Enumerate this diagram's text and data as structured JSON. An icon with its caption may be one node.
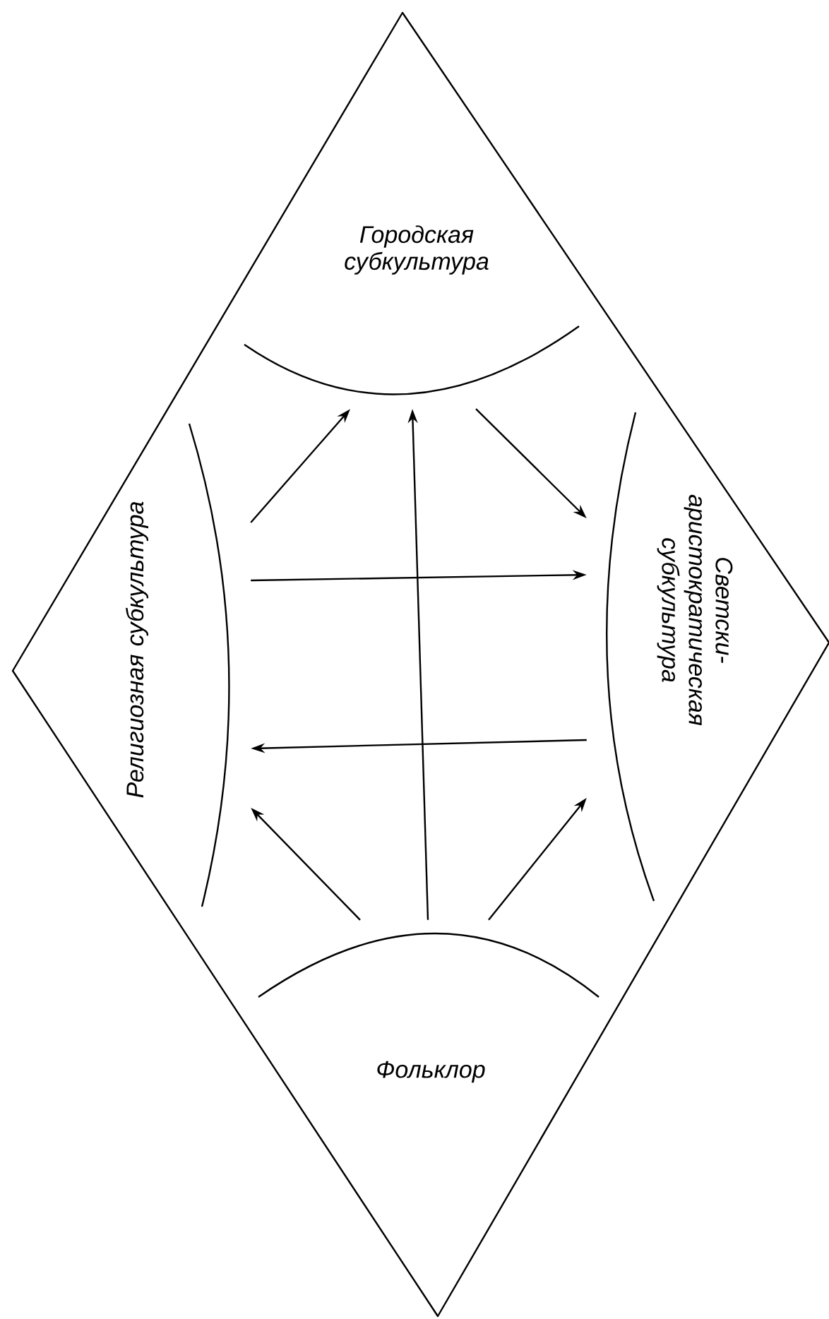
{
  "diagram": {
    "nodes": [
      {
        "text": [],
        "shape": "diamond"
      },
      {
        "text": [
          "Городская субкультура"
        ],
        "in": 0
      },
      {
        "text": [
          "Религиозная субкультура"
        ],
        "in": 0
      },
      {
        "text": [
          "Светски-аристократическая субкультура"
        ],
        "in": 0
      },
      {
        "text": [
          "Фольклор"
        ],
        "in": 0
      }
    ],
    "edges": [
      {
        "from": 2,
        "to": 1,
        "arrow": "to"
      },
      {
        "from": 1,
        "to": 3,
        "arrow": "to"
      },
      {
        "from": 2,
        "to": 3,
        "arrow": "to"
      },
      {
        "from": 3,
        "to": 2,
        "arrow": "to"
      },
      {
        "from": 4,
        "to": 2,
        "arrow": "to"
      },
      {
        "from": 4,
        "to": 3,
        "arrow": "to"
      },
      {
        "from": 4,
        "to": 1,
        "arrow": "to"
      }
    ]
  }
}
